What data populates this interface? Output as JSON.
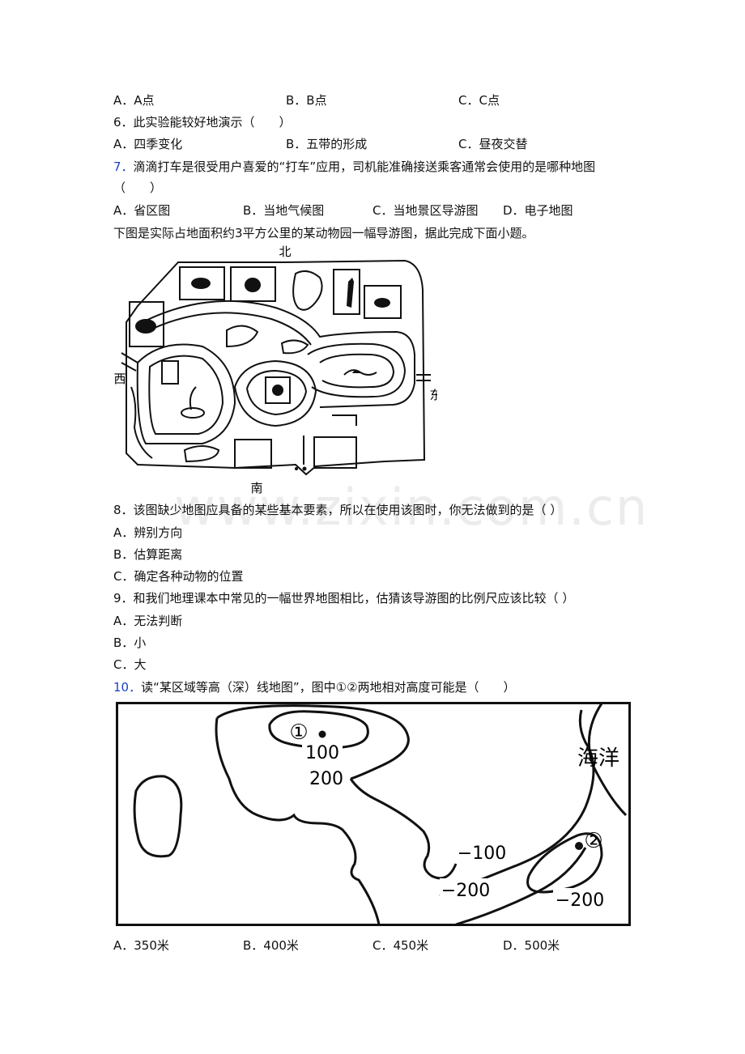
{
  "q5": {
    "a": "A．A点",
    "b": "B．B点",
    "c": "C．C点"
  },
  "q6": {
    "num": "6．",
    "stem": "此实验能较好地演示（　　）",
    "a": "A．四季变化",
    "b": "B．五带的形成",
    "c": "C．昼夜交替"
  },
  "q7": {
    "num": "7．",
    "stem": "滴滴打车是很受用户喜爱的“打车”应用，司机能准确接送乘客通常会使用的是哪种地图",
    "paren": "（　　）",
    "a": "A．省区图",
    "b": "B．当地气候图",
    "c": "C．当地景区导游图",
    "d": "D．电子地图"
  },
  "intro": "下图是实际占地面积约3平方公里的某动物园一幅导游图，据此完成下面小题。",
  "zoo_map": {
    "north": "北",
    "south": "南",
    "west": "西",
    "east": "东"
  },
  "watermark": "www.zixin.com.cn",
  "q8": {
    "stem": "8．该图缺少地图应具备的某些基本要素，所以在使用该图时，你无法做到的是（ ）",
    "a": "A．辨别方向",
    "b": "B．估算距离",
    "c": "C．确定各种动物的位置"
  },
  "q9": {
    "stem": "9．和我们地理课本中常见的一幅世界地图相比，估猜该导游图的比例尺应该比较（ ）",
    "a": "A．无法判断",
    "b": "B．小",
    "c": "C．大"
  },
  "q10": {
    "num": "10．",
    "stem": "读“某区域等高（深）线地图”，图中①②两地相对高度可能是（　　）",
    "a": "A．350米",
    "b": "B．400米",
    "c": "C．450米",
    "d": "D．500米"
  },
  "contour_map": {
    "point1": "①",
    "point2": "②",
    "ocean": "海洋",
    "labels": {
      "c100": "100",
      "c200": "200",
      "cm100": "−100",
      "cm200a": "−200",
      "cm200b": "−200"
    }
  }
}
